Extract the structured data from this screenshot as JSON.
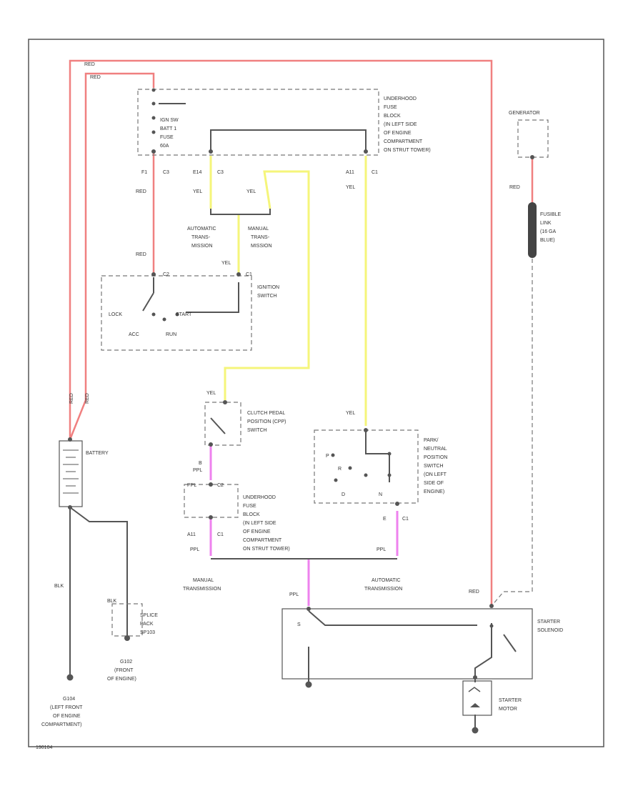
{
  "colors": {
    "red_wire": "#f08080",
    "yellow_wire": "#f5f57a",
    "purple_wire": "#ee82ee",
    "black_wire": "#555555"
  },
  "labels": {
    "red_top": "RED",
    "red_top2": "RED",
    "underhood_top": "UNDERHOOD",
    "fuse_top": "FUSE",
    "block_top": "BLOCK",
    "ds1_top": "(IN LEFT SIDE",
    "ds2_top": "OF ENGINE",
    "ds3_top": "COMPARTMENT",
    "ds4_top": "ON STRUT TOWER)",
    "ign_sw": "IGN SW",
    "batt1": "BATT 1",
    "fuse_lbl": "FUSE",
    "f60a": "60A",
    "f1": "F1",
    "c3_a": "C3",
    "e14": "E14",
    "c3_b": "C3",
    "a11": "A11",
    "c1_a": "C1",
    "red_left": "RED",
    "yel_1": "YEL",
    "yel_2": "YEL",
    "yel_3": "YEL",
    "auto_trans1": "AUTOMATIC",
    "auto_trans2": "TRANS-",
    "auto_trans3": "MISSION",
    "man_trans1": "MANUAL",
    "man_trans2": "TRANS-",
    "man_trans3": "MISSION",
    "red_ign": "RED",
    "yel_ign": "YEL",
    "c2_ign": "C2",
    "c1_ign": "C1",
    "ign_switch1": "IGNITION",
    "ign_switch2": "SWITCH",
    "lock": "LOCK",
    "start": "START",
    "acc": "ACC",
    "run": "RUN",
    "red_bat1": "RED",
    "red_bat2": "RED",
    "battery": "BATTERY",
    "yel_clutch": "YEL",
    "clutch1": "CLUTCH PEDAL",
    "clutch2": "POSITION (CPP)",
    "clutch3": "SWITCH",
    "yel_pn": "YEL",
    "pn1": "PARK/",
    "pn2": "NEUTRAL",
    "pn3": "POSITION",
    "pn4": "SWITCH",
    "pn5": "(ON LEFT",
    "pn6": "SIDE OF",
    "pn7": "ENGINE)",
    "ppl_1": "PPL",
    "b_pin": "B",
    "ppl_2": "PPL",
    "c2_mid": "C2",
    "ub1": "UNDERHOOD",
    "ub2": "FUSE",
    "ub3": "BLOCK",
    "ub4": "(IN LEFT SIDE",
    "ub5": "OF ENGINE",
    "ub6": "COMPARTMENT",
    "ub7": "ON STRUT TOWER)",
    "a11_b": "A11",
    "c1_mid": "C1",
    "ppl_3": "PPL",
    "e_pin": "E",
    "c1_pn": "C1",
    "ppl_pn": "PPL",
    "p": "P",
    "r": "R",
    "n": "N",
    "d": "D",
    "man_trans_b1": "MANUAL",
    "man_trans_b2": "TRANSMISSION",
    "auto_trans_b1": "AUTOMATIC",
    "auto_trans_b2": "TRANSMISSION",
    "ppl_sol": "PPL",
    "s_pin": "S",
    "red_sol": "RED",
    "starter_sol1": "STARTER",
    "starter_sol2": "SOLENOID",
    "starter_motor1": "STARTER",
    "starter_motor2": "MOTOR",
    "generator": "GENERATOR",
    "red_gen": "RED",
    "fusible1": "FUSIBLE",
    "fusible2": "LINK",
    "fusible3": "(16 GA",
    "fusible4": "BLUE)",
    "blk": "BLK",
    "blk_2": "BLK",
    "splice1": "SPLICE",
    "splice2": "PACK",
    "splice3": "SP103",
    "g102_1": "G102",
    "g102_2": "(FRONT",
    "g102_3": "OF ENGINE)",
    "g104_1": "G104",
    "g104_2": "(LEFT FRONT",
    "g104_3": "OF ENGINE",
    "g104_4": "COMPARTMENT)",
    "code": "190104"
  }
}
